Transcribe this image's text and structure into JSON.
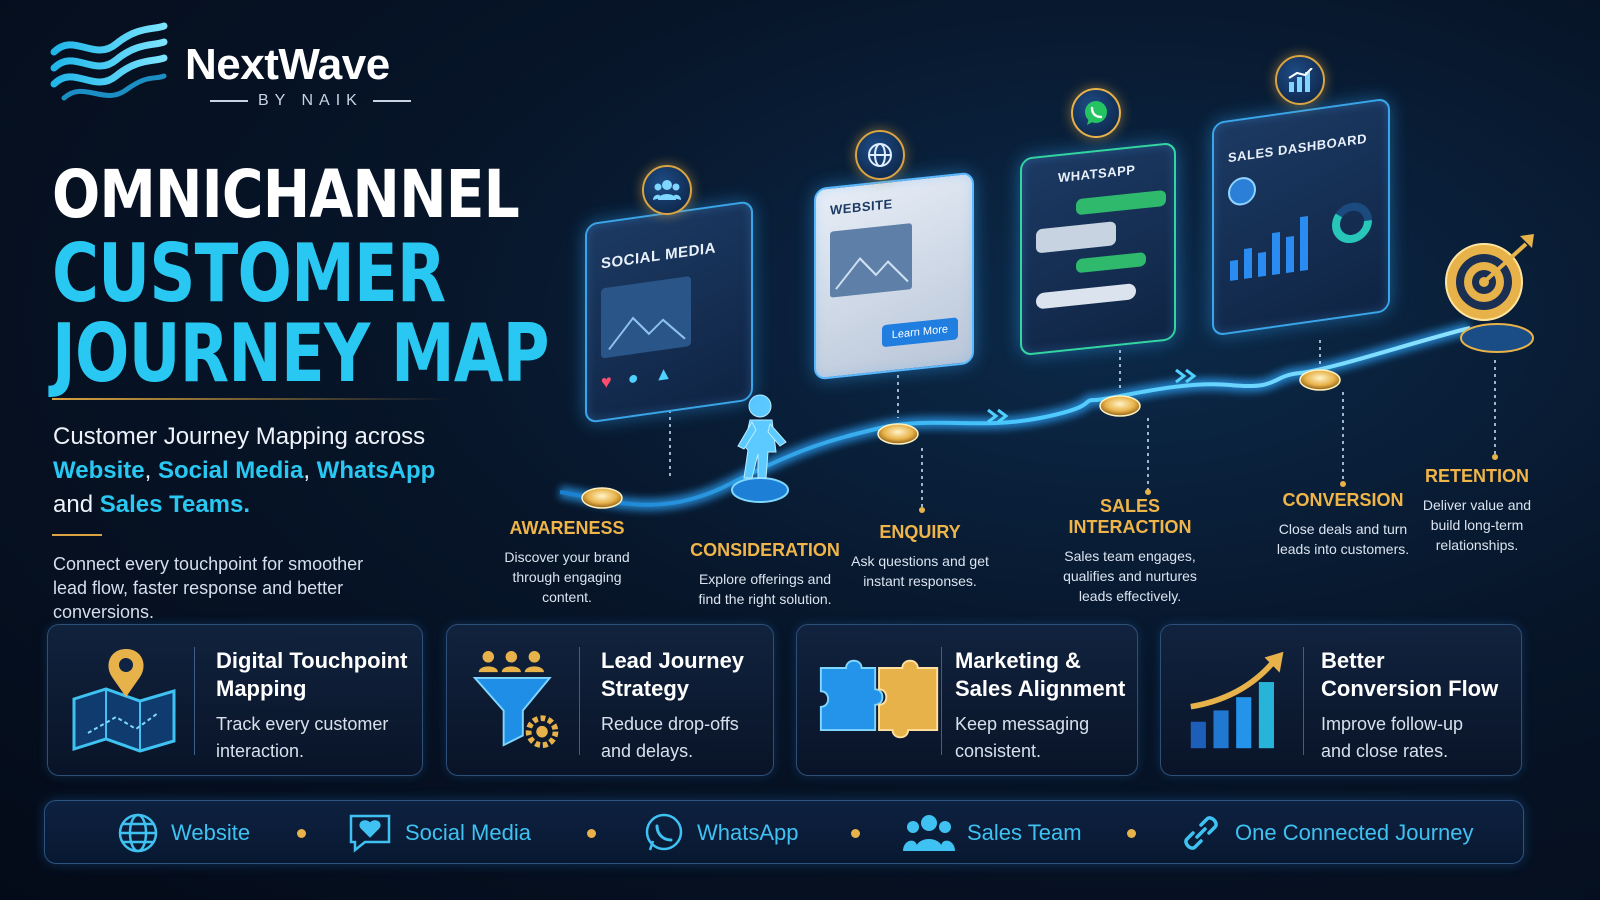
{
  "brand": {
    "name": "NextWave",
    "sub": "BY NAIK"
  },
  "title": {
    "line1": "OMNICHANNEL",
    "line2": "CUSTOMER",
    "line3": "JOURNEY MAP"
  },
  "subtitle": {
    "lead": "Customer Journey Mapping across",
    "ch1": "Website",
    "sep1": ", ",
    "ch2": "Social Media",
    "sep2": ", ",
    "ch3": "WhatsApp",
    "and": "and ",
    "ch4": "Sales Teams."
  },
  "tagline": "Connect every touchpoint for smoother lead flow, faster response and better conversions.",
  "devices": {
    "social": {
      "label": "SOCIAL MEDIA",
      "icon": "users-icon"
    },
    "website": {
      "label": "WEBSITE",
      "button": "Learn More",
      "icon": "globe-icon"
    },
    "whatsapp": {
      "label": "WHATSAPP",
      "icon": "whatsapp-icon"
    },
    "dashboard": {
      "label": "SALES DASHBOARD",
      "icon": "bar-chart-icon"
    },
    "target": {
      "icon": "target-icon"
    }
  },
  "stages": [
    {
      "title": "AWARENESS",
      "desc": "Discover your brand through engaging content."
    },
    {
      "title": "CONSIDERATION",
      "desc": "Explore offerings and find the right solution."
    },
    {
      "title": "ENQUIRY",
      "desc": "Ask questions and get instant responses."
    },
    {
      "title": "SALES INTERACTION",
      "desc": "Sales team engages, qualifies and nurtures leads effectively."
    },
    {
      "title": "CONVERSION",
      "desc": "Close deals and turn leads into customers."
    },
    {
      "title": "RETENTION",
      "desc": "Deliver value and build long-term relationships."
    }
  ],
  "features": [
    {
      "title": "Digital Touchpoint Mapping",
      "desc": "Track every customer interaction.",
      "icon": "map-pin-icon"
    },
    {
      "title": "Lead Journey Strategy",
      "desc": "Reduce drop-offs and delays.",
      "icon": "funnel-icon"
    },
    {
      "title": "Marketing & Sales Alignment",
      "desc": "Keep messaging consistent.",
      "icon": "puzzle-icon"
    },
    {
      "title": "Better Conversion Flow",
      "desc": "Improve follow-up and close rates.",
      "icon": "growth-chart-icon"
    }
  ],
  "channels": [
    {
      "label": "Website",
      "icon": "globe-icon"
    },
    {
      "label": "Social Media",
      "icon": "chat-heart-icon"
    },
    {
      "label": "WhatsApp",
      "icon": "whatsapp-icon"
    },
    {
      "label": "Sales Team",
      "icon": "team-icon"
    },
    {
      "label": "One Connected Journey",
      "icon": "link-icon"
    }
  ],
  "colors": {
    "accent": "#29c8f2",
    "gold": "#e8b24a",
    "background": "#071529"
  }
}
